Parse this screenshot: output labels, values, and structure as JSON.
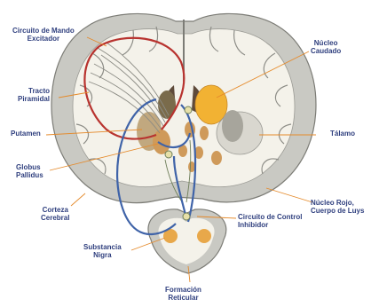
{
  "labels": {
    "circuito_mando": [
      "Circuito de Mando",
      "Excitador"
    ],
    "nucleo_caudado": [
      "Núcleo",
      "Caudado"
    ],
    "tracto_piramidal": [
      "Tracto",
      "Piramidal"
    ],
    "putamen": [
      "Putamen"
    ],
    "talamo": [
      "Tálamo"
    ],
    "globus_pallidus": [
      "Globus",
      "Pallidus"
    ],
    "nucleo_rojo": [
      "Núcleo Rojo,",
      "Cuerpo de Luys"
    ],
    "corteza_cerebral": [
      "Corteza",
      "Cerebral"
    ],
    "circuito_control": [
      "Circuito de Control",
      "Inhibidor"
    ],
    "substancia_nigra": [
      "Substancia",
      "Nigra"
    ],
    "formacion_reticular": [
      "Formación",
      "Reticular"
    ]
  },
  "colors": {
    "excitatory_circuit": "#b8332f",
    "inhibitory_circuit": "#3f63a8",
    "label_text": "#2f3f7e",
    "leader_line": "#e58a2b",
    "gray_matter": "#c9c9c3",
    "white_matter": "#f4f2ea",
    "thalamus": "#f2b233",
    "nucleus": "#cf9a5a"
  }
}
